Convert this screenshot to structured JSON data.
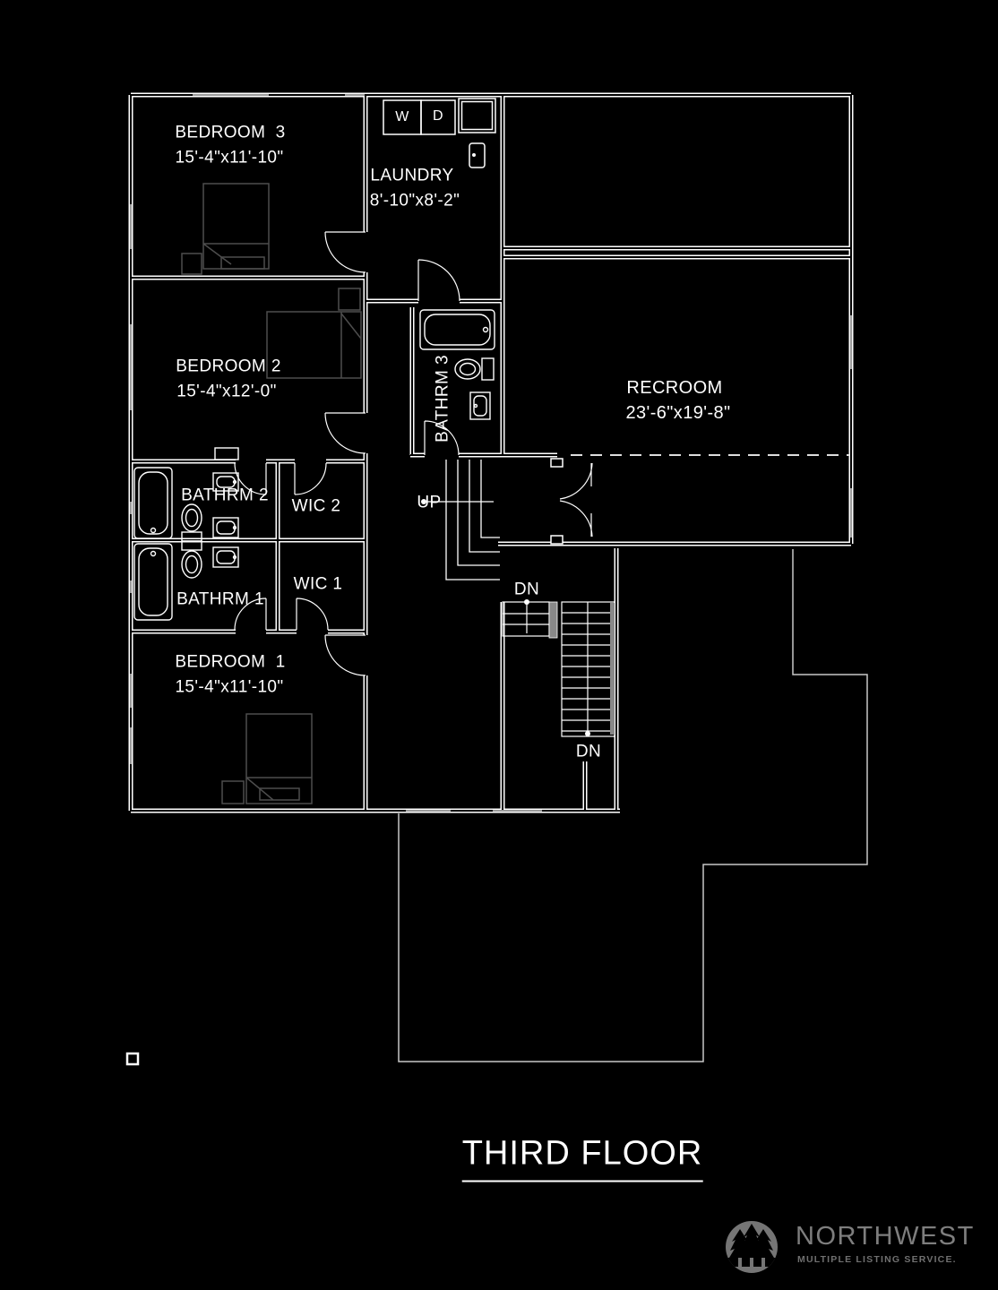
{
  "title": "THIRD FLOOR",
  "rooms": {
    "bedroom3": {
      "name": "BEDROOM  3",
      "dims": "15'-4\"x11'-10\""
    },
    "laundry": {
      "name": "LAUNDRY",
      "dims": "8'-10\"x8'-2\""
    },
    "bedroom2": {
      "name": "BEDROOM 2",
      "dims": "15'-4\"x12'-0\""
    },
    "recroom": {
      "name": "RECROOM",
      "dims": "23'-6\"x19'-8\""
    },
    "bathrm3": {
      "name": "BATHRM 3"
    },
    "bathrm2": {
      "name": "BATHRM 2"
    },
    "wic2": {
      "name": "WIC 2"
    },
    "bathrm1": {
      "name": "BATHRM 1"
    },
    "wic1": {
      "name": "WIC 1"
    },
    "bedroom1": {
      "name": "BEDROOM  1",
      "dims": "15'-4\"x11'-10\""
    }
  },
  "appliances": {
    "washer": "W",
    "dryer": "D"
  },
  "stairs": {
    "up": "UP",
    "down_upper": "DN",
    "down_lower": "DN"
  },
  "logo": {
    "name": "NORTHWEST",
    "tagline": "MULTIPLE LISTING SERVICE."
  },
  "colors": {
    "background": "#000000",
    "wall_line": "#ffffff",
    "window_glass": "#9a9a9a",
    "furniture": "#4d4d4d",
    "railing": "#888888",
    "roofline": "#c8c8c8",
    "logo_gray": "#757575"
  }
}
